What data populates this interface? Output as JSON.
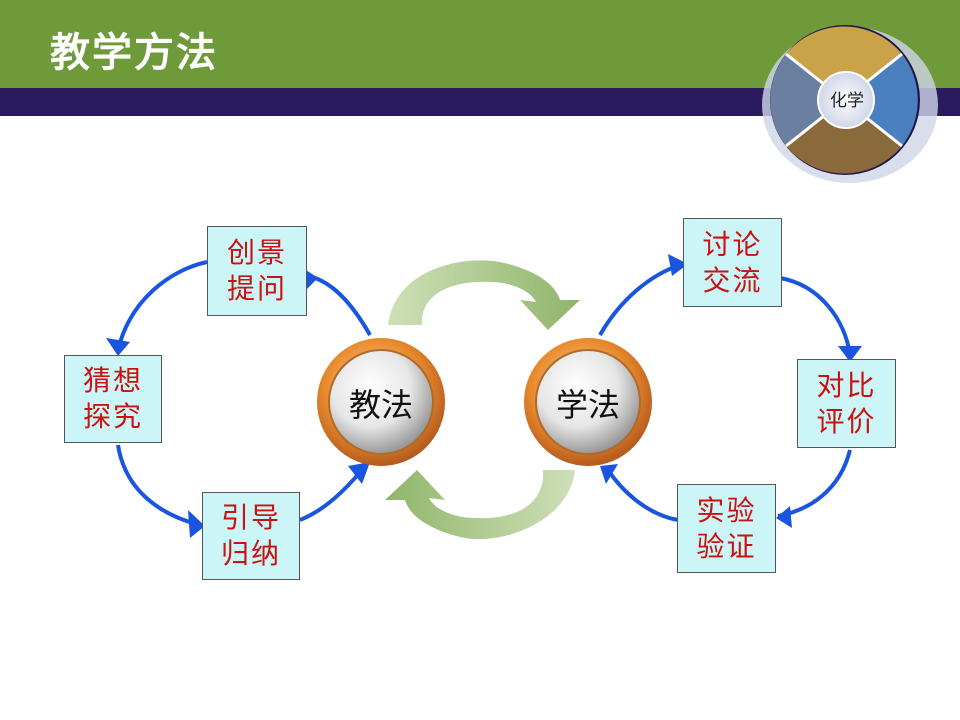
{
  "slide": {
    "title": "教学方法"
  },
  "logo": {
    "label": "化学"
  },
  "center": {
    "teaching": "教法",
    "learning": "学法"
  },
  "left_cycle": [
    {
      "line1": "创景",
      "line2": "提问"
    },
    {
      "line1": "猜想",
      "line2": "探究"
    },
    {
      "line1": "引导",
      "line2": "归纳"
    }
  ],
  "right_cycle": [
    {
      "line1": "讨论",
      "line2": "交流"
    },
    {
      "line1": "对比",
      "line2": "评价"
    },
    {
      "line1": "实验",
      "line2": "验证"
    }
  ],
  "colors": {
    "header_green": "#6e9a3a",
    "header_purple": "#2a1a5e",
    "arrow_blue": "#1a55e0",
    "box_fill": "#ccf5f7",
    "box_text": "#cc1111",
    "ball_ring": "#e0852a"
  }
}
